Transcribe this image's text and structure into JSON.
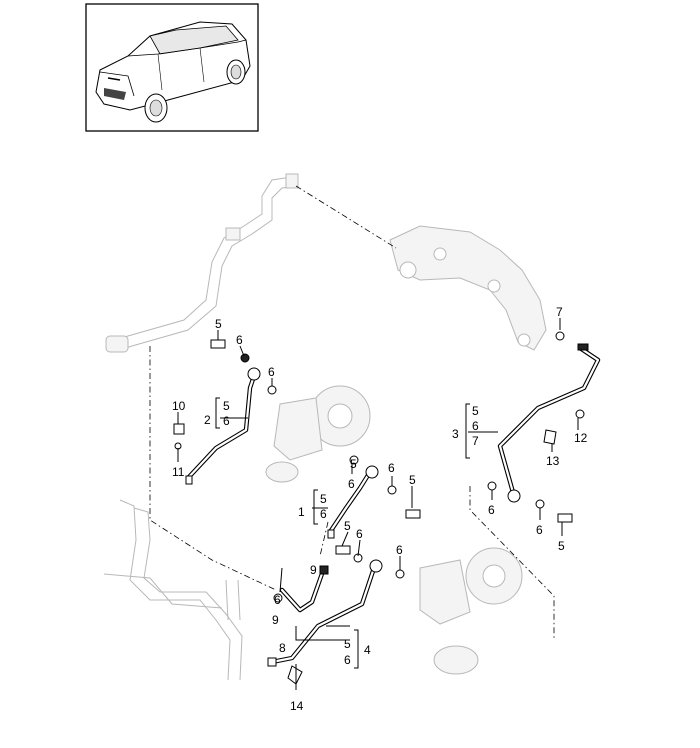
{
  "diagram": {
    "callouts": {
      "c1": "1",
      "c2": "2",
      "c3": "3",
      "c4": "4",
      "c5a": "5",
      "c5b": "5",
      "c5c": "5",
      "c5d": "5",
      "c5e": "5",
      "c6a": "6",
      "c6b": "6",
      "c6c": "6",
      "c6d": "6",
      "c6e": "6",
      "c6f": "6",
      "c7": "7",
      "c8": "8",
      "c9a": "9",
      "c9b": "9",
      "c10": "10",
      "c11": "11",
      "c12": "12",
      "c13": "13",
      "c14": "14"
    },
    "bracket_groups": {
      "g1": [
        "5",
        "6"
      ],
      "g2": [
        "5",
        "6"
      ],
      "g3": [
        "5",
        "6",
        "7"
      ],
      "g4": [
        "5",
        "6"
      ]
    },
    "icons": {
      "vehicle": "suv-thumbnail-icon",
      "turbocharger_left": "turbocharger-icon",
      "turbocharger_right": "turbocharger-icon",
      "coolant_pipe": "coolant-pipe-icon",
      "exhaust_manifold": "manifold-icon"
    }
  }
}
